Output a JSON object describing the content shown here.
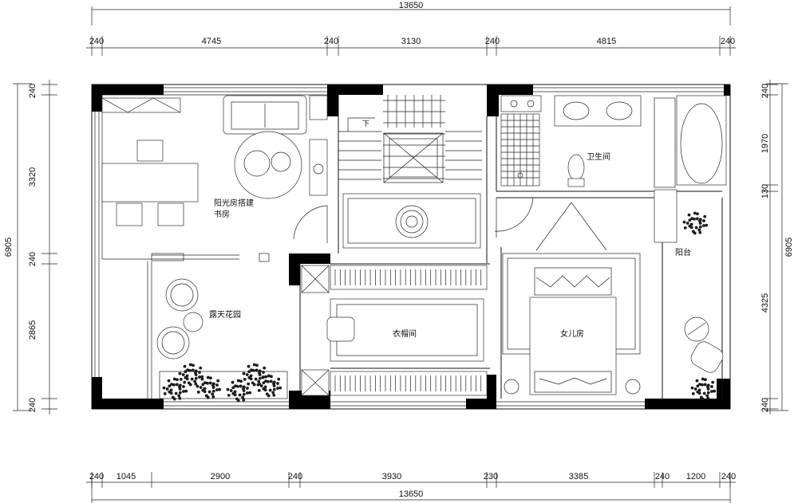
{
  "plan": {
    "dimensions": {
      "top_total": "13650",
      "top_segments": [
        "240",
        "4745",
        "240",
        "3130",
        "240",
        "4815",
        "240"
      ],
      "bottom_total": "13650",
      "bottom_segments": [
        "240",
        "1045",
        "2900",
        "240",
        "3930",
        "230",
        "3385",
        "240",
        "1200",
        "240"
      ],
      "left_total": "6905",
      "left_segments": [
        "240",
        "3320",
        "240",
        "2865",
        "240"
      ],
      "right_total": "6905",
      "right_segments": [
        "240",
        "1970",
        "130",
        "4325",
        "240"
      ]
    },
    "rooms": {
      "sunroom_line1": "阳光房搭建",
      "sunroom_line2": "书房",
      "garden": "露天花园",
      "cloakroom": "衣帽间",
      "bathroom": "卫生间",
      "daughter_room": "女儿房",
      "balcony": "阳台"
    },
    "stair_label": "下"
  }
}
